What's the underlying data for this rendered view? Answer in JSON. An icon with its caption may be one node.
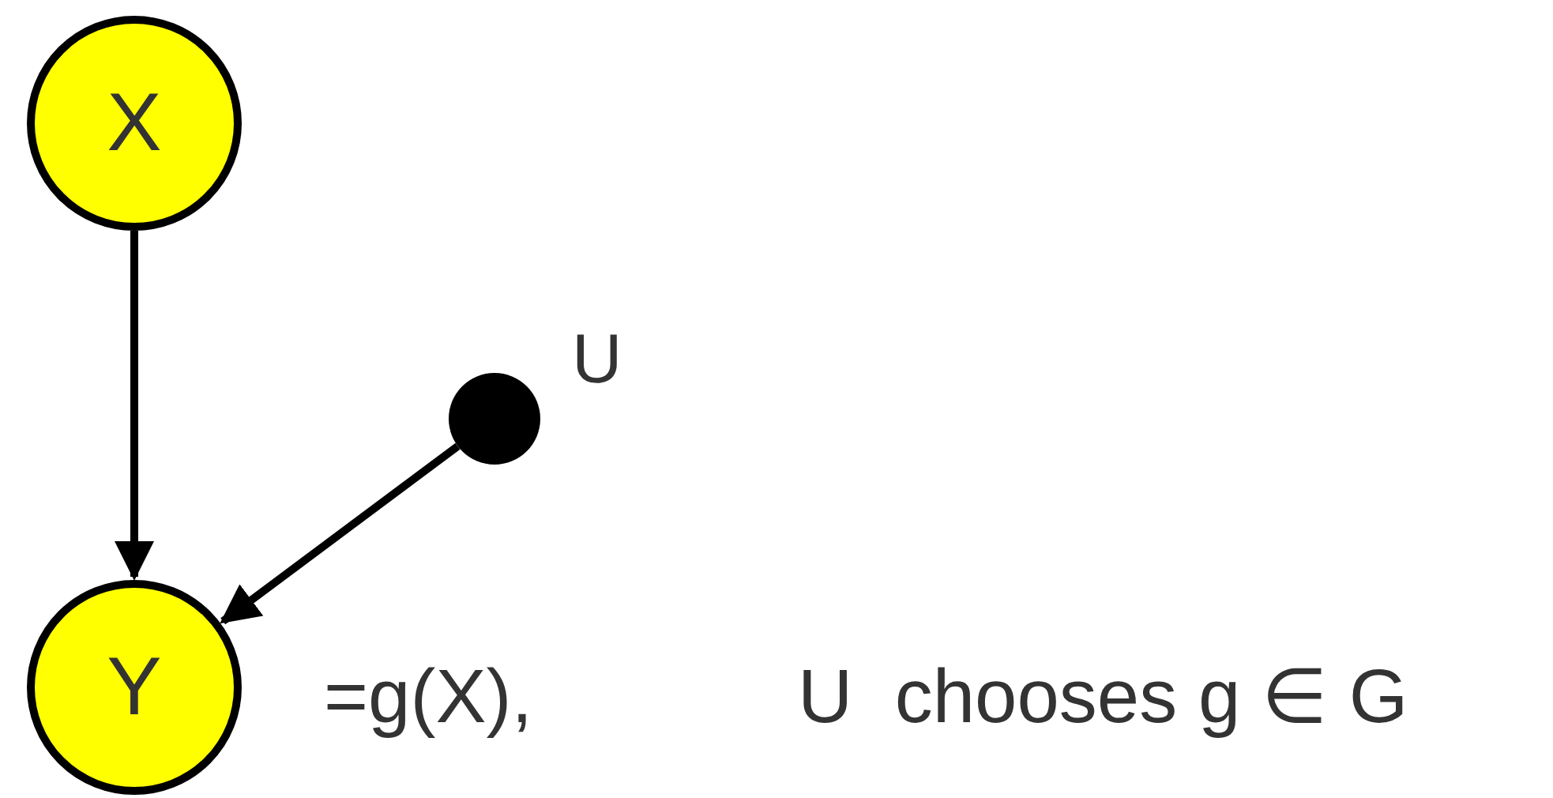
{
  "diagram": {
    "nodes": [
      {
        "text": [
          "X"
        ]
      },
      {
        "text": [
          "Y"
        ]
      },
      {
        "text": [],
        "shape": "circle",
        "beside": [
          "U"
        ]
      }
    ],
    "edges": [
      {
        "from": 0,
        "to": 1,
        "arrow": "to"
      },
      {
        "from": 2,
        "to": 1,
        "arrow": "to"
      }
    ],
    "labels": [
      "=g(X),",
      "U  chooses g ∈ G"
    ]
  }
}
